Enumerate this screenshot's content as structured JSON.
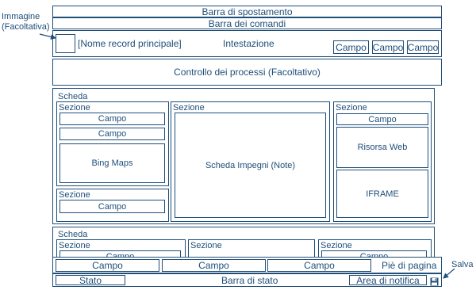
{
  "callouts": {
    "image_line1": "Immagine",
    "image_line2": "(Facoltativa)",
    "save": "Salva"
  },
  "nav_bar": "Barra di spostamento",
  "command_bar": "Barra dei comandi",
  "header": {
    "record_name": "[Nome record principale]",
    "title": "Intestazione",
    "fields": [
      "Campo",
      "Campo",
      "Campo"
    ]
  },
  "process_control": "Controllo dei processi (Facoltativo)",
  "tab1": {
    "label": "Scheda",
    "left_section": {
      "label": "Sezione",
      "fields": [
        "Campo",
        "Campo"
      ],
      "bing": "Bing Maps"
    },
    "left_section2": {
      "label": "Sezione",
      "field": "Campo"
    },
    "middle_section": {
      "label": "Sezione",
      "content": "Scheda Impegni (Note)"
    },
    "right_section": {
      "label": "Sezione",
      "field": "Campo",
      "web_resource": "Risorsa Web",
      "iframe": "IFRAME"
    }
  },
  "tab2": {
    "label": "Scheda",
    "sections": [
      {
        "label": "Sezione",
        "field": "Campo"
      },
      {
        "label": "Sezione",
        "field": ""
      },
      {
        "label": "Sezione",
        "field": "Campo"
      }
    ]
  },
  "footer": {
    "fields": [
      "Campo",
      "Campo",
      "Campo"
    ],
    "label": "Piè di pagina"
  },
  "status_bar": {
    "status": "Stato",
    "title": "Barra di stato",
    "notification": "Area di notifica",
    "save_icon": "floppy-disk-icon"
  },
  "colors": {
    "stroke": "#1f4e79",
    "background": "#ffffff"
  }
}
